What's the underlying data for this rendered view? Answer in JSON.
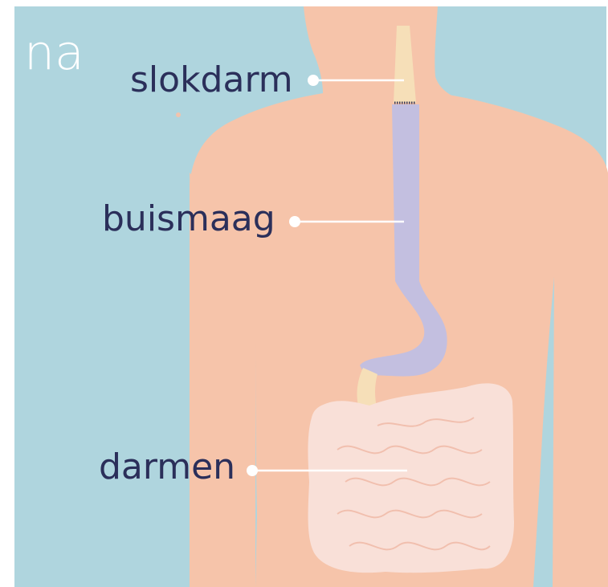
{
  "title": "na",
  "labels": {
    "esophagus": "slokdarm",
    "gastric_tube": "buismaag",
    "intestines": "darmen"
  },
  "colors": {
    "background": "#afd5de",
    "skin": "#f6c4aa",
    "esophagus": "#f6dfb8",
    "gastric_tube": "#c3bfe0",
    "intestines": "#f9e0d8",
    "text": "#2b2f5a",
    "leader": "#ffffff"
  }
}
